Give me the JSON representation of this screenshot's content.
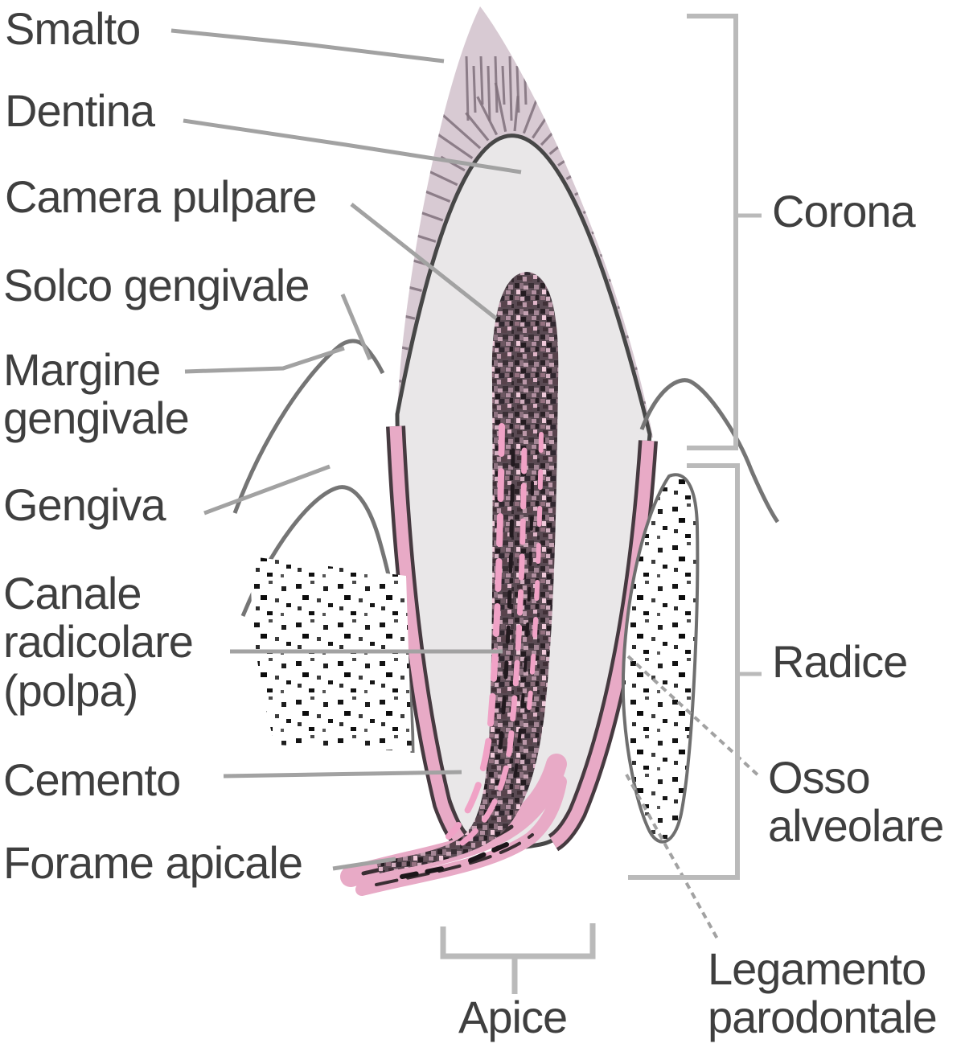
{
  "diagram": {
    "subject": "tooth-cross-section",
    "background": "#ffffff",
    "labels": {
      "smalto": "Smalto",
      "dentina": "Dentina",
      "camera_pulpare": "Camera pulpare",
      "solco_gengivale": "Solco gengivale",
      "margine_gengivale": "Margine gengivale",
      "gengiva": "Gengiva",
      "canale_radicolare": "Canale radicolare (polpa)",
      "cemento": "Cemento",
      "forame_apicale": "Forame apicale",
      "apice": "Apice",
      "corona": "Corona",
      "radice": "Radice",
      "osso_alveolare": "Osso alveolare",
      "legamento_parodontale": "Legamento parodontale"
    },
    "colors": {
      "enamel": "#d8cad3",
      "enamel_hatch": "#7f707b",
      "dentin": "#e9e7e8",
      "outline": "#474747",
      "pulp_base": "#5a4a53",
      "cementum": "#e8aac6",
      "cementum_edge": "#463a40",
      "canal_pink": "#f0a2c6",
      "gum_line": "#757575",
      "bone_dot": "#141414",
      "leader_line": "#a2a2a2",
      "bracket": "#bababa",
      "text": "#3f3f3f"
    }
  }
}
